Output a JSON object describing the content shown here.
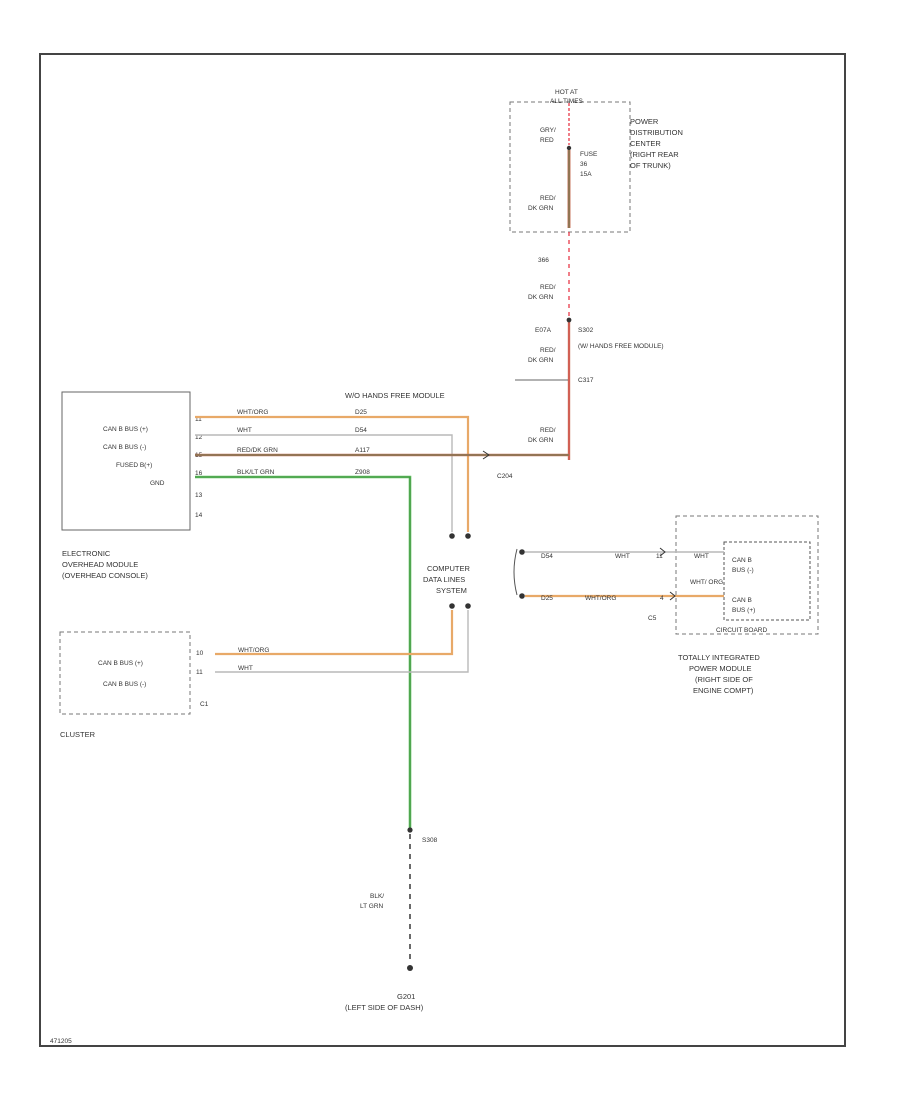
{
  "footer_code": "471205",
  "colors": {
    "wht_org": "#e8a968",
    "wht": "#b9b9b9",
    "red_dkgrn": "#c87860",
    "red_dkgrn_core": "#3f6f3f",
    "blk_ltgrn": "#5fbf5f",
    "red": "#e6283a",
    "ink": "#333333"
  },
  "pdc": {
    "hot_label": [
      "HOT AT",
      "ALL TIMES"
    ],
    "name": [
      "POWER",
      "DISTRIBUTION",
      "CENTER",
      "(RIGHT REAR",
      "OF TRUNK)"
    ],
    "top_wire": [
      "GRY/",
      "RED"
    ],
    "fuse": [
      "FUSE",
      "36",
      "15A"
    ],
    "bottom_wire": [
      "RED/",
      "DK GRN"
    ]
  },
  "splice_wire": {
    "connector": "366",
    "wire": [
      "RED/",
      "DK GRN"
    ],
    "splice_id": "E07A",
    "splice_name": "S302",
    "splice_note": "(W/ HANDS FREE MODULE)",
    "wire2": [
      "RED/",
      "DK GRN"
    ],
    "c_connector": "C317",
    "wire3": [
      "RED/",
      "DK GRN"
    ]
  },
  "hands_free_label": "W/O HANDS FREE MODULE",
  "evm": {
    "name": [
      "ELECTRONIC",
      "OVERHEAD MODULE",
      "(OVERHEAD CONSOLE)"
    ],
    "pins": [
      {
        "label": "CAN B BUS (+)",
        "pin": "11",
        "wire": "WHT/ORG",
        "circuit": "D25"
      },
      {
        "label": "CAN B BUS (-)",
        "pin": "12",
        "wire": "WHT",
        "circuit": "D54"
      },
      {
        "label": "FUSED B(+)",
        "pin": "15",
        "wire": "RED/DK GRN",
        "circuit": "A117"
      },
      {
        "label": "GND",
        "pin": "16",
        "wire": "BLK/LT GRN",
        "circuit": "Z908"
      }
    ],
    "extra_pins": [
      "13",
      "14"
    ],
    "connector": "C204"
  },
  "computer_data": [
    "COMPUTER",
    "DATA LINES",
    "SYSTEM"
  ],
  "tipm": {
    "name": [
      "TOTALLY INTEGRATED",
      "POWER MODULE",
      "(RIGHT SIDE OF",
      "ENGINE COMPT)"
    ],
    "board": "CIRCUIT BOARD",
    "connector": "C5",
    "rows": [
      {
        "circuit": "D54",
        "wire": "WHT",
        "pin": "11",
        "wire2": "WHT",
        "label": [
          "CAN B",
          "BUS (-)"
        ]
      },
      {
        "circuit": "D25",
        "wire": "WHT/ORG",
        "pin": "4",
        "wire2": "WHT/ ORG",
        "label": [
          "CAN B",
          "BUS (+)"
        ]
      }
    ]
  },
  "cluster": {
    "name": "CLUSTER",
    "connector": "C1",
    "pins": [
      {
        "label": "CAN B BUS (+)",
        "pin": "10",
        "wire": "WHT/ORG"
      },
      {
        "label": "CAN B BUS (-)",
        "pin": "11",
        "wire": "WHT"
      }
    ]
  },
  "ground": {
    "splice": "S308",
    "wire": [
      "BLK/",
      "LT GRN"
    ],
    "name": "G201",
    "location": "(LEFT SIDE OF DASH)"
  }
}
